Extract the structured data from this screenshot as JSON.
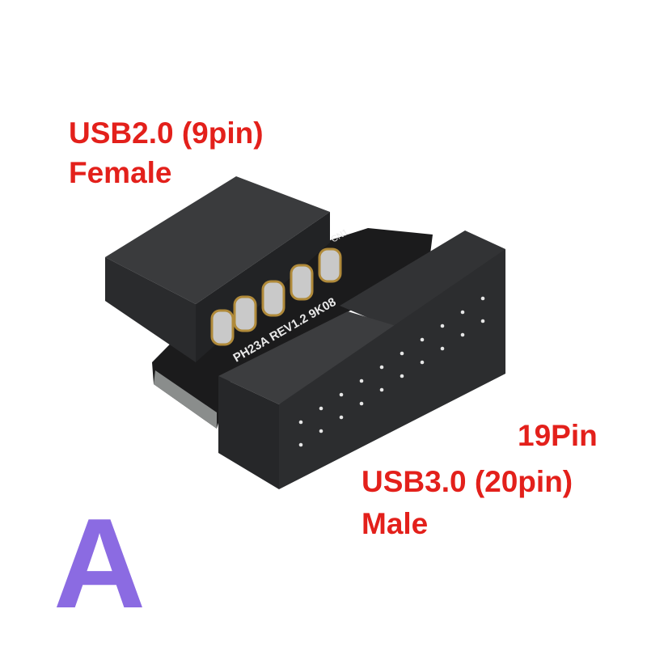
{
  "labels": {
    "female_line1": "USB2.0 (9pin)",
    "female_line2": "Female",
    "male_pin_note": "19Pin",
    "male_line1": "USB3.0 (20pin)",
    "male_line2": "Male",
    "variant_letter": "A"
  },
  "pcb_silkscreen": {
    "model": "PH23A REV1.2 9K08",
    "connector_ref": "CN1"
  },
  "colors": {
    "label_red": "#e3201b",
    "variant_purple": "#8b6be2",
    "housing": "#2e2f31",
    "pcb": "#1b1b1c"
  }
}
